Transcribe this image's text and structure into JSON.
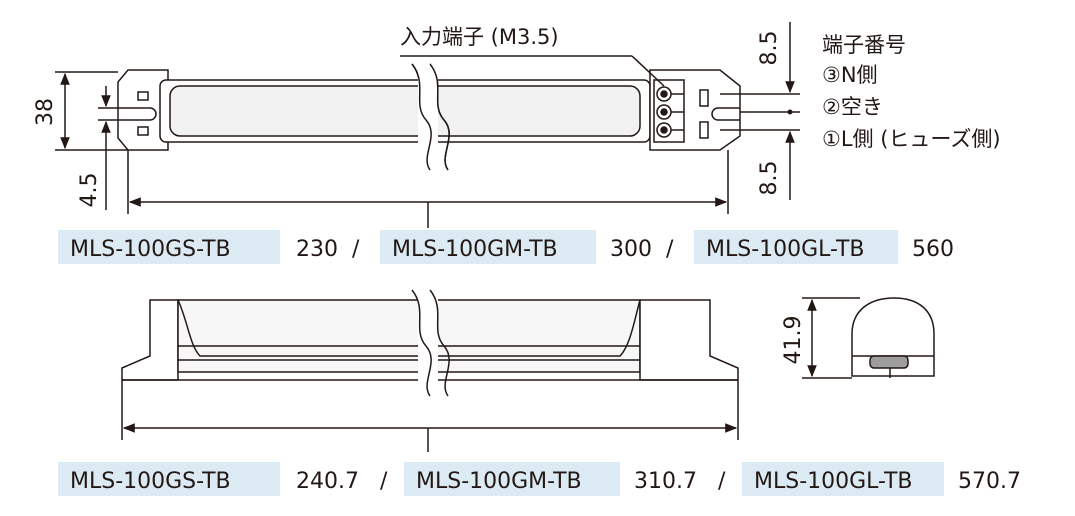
{
  "terminal_label": "入力端子 (M3.5)",
  "terminal_number": {
    "title": "端子番号",
    "items": [
      "③N側",
      "②空き",
      "①L側 (ヒューズ側)"
    ]
  },
  "top_view": {
    "dim_height": "38",
    "dim_hole": "4.5",
    "dim_terminal_top": "8.5",
    "dim_terminal_bottom": "8.5"
  },
  "lengths_row1": {
    "m1": "MLS-100GS-TB",
    "v1": "230",
    "sep1": "/",
    "m2": "MLS-100GM-TB",
    "v2": "300",
    "sep2": "/",
    "m3": "MLS-100GL-TB",
    "v3": "560"
  },
  "side_view": {
    "dim_height": "41.9"
  },
  "lengths_row2": {
    "m1": "MLS-100GS-TB",
    "v1": "240.7",
    "sep1": "/",
    "m2": "MLS-100GM-TB",
    "v2": "310.7",
    "sep2": "/",
    "m3": "MLS-100GL-TB",
    "v3": "570.7"
  },
  "colors": {
    "line": "#231815",
    "highlight": "#dbeaf3",
    "lens": "#e6e6e6",
    "pad": "#9d9d9d"
  }
}
